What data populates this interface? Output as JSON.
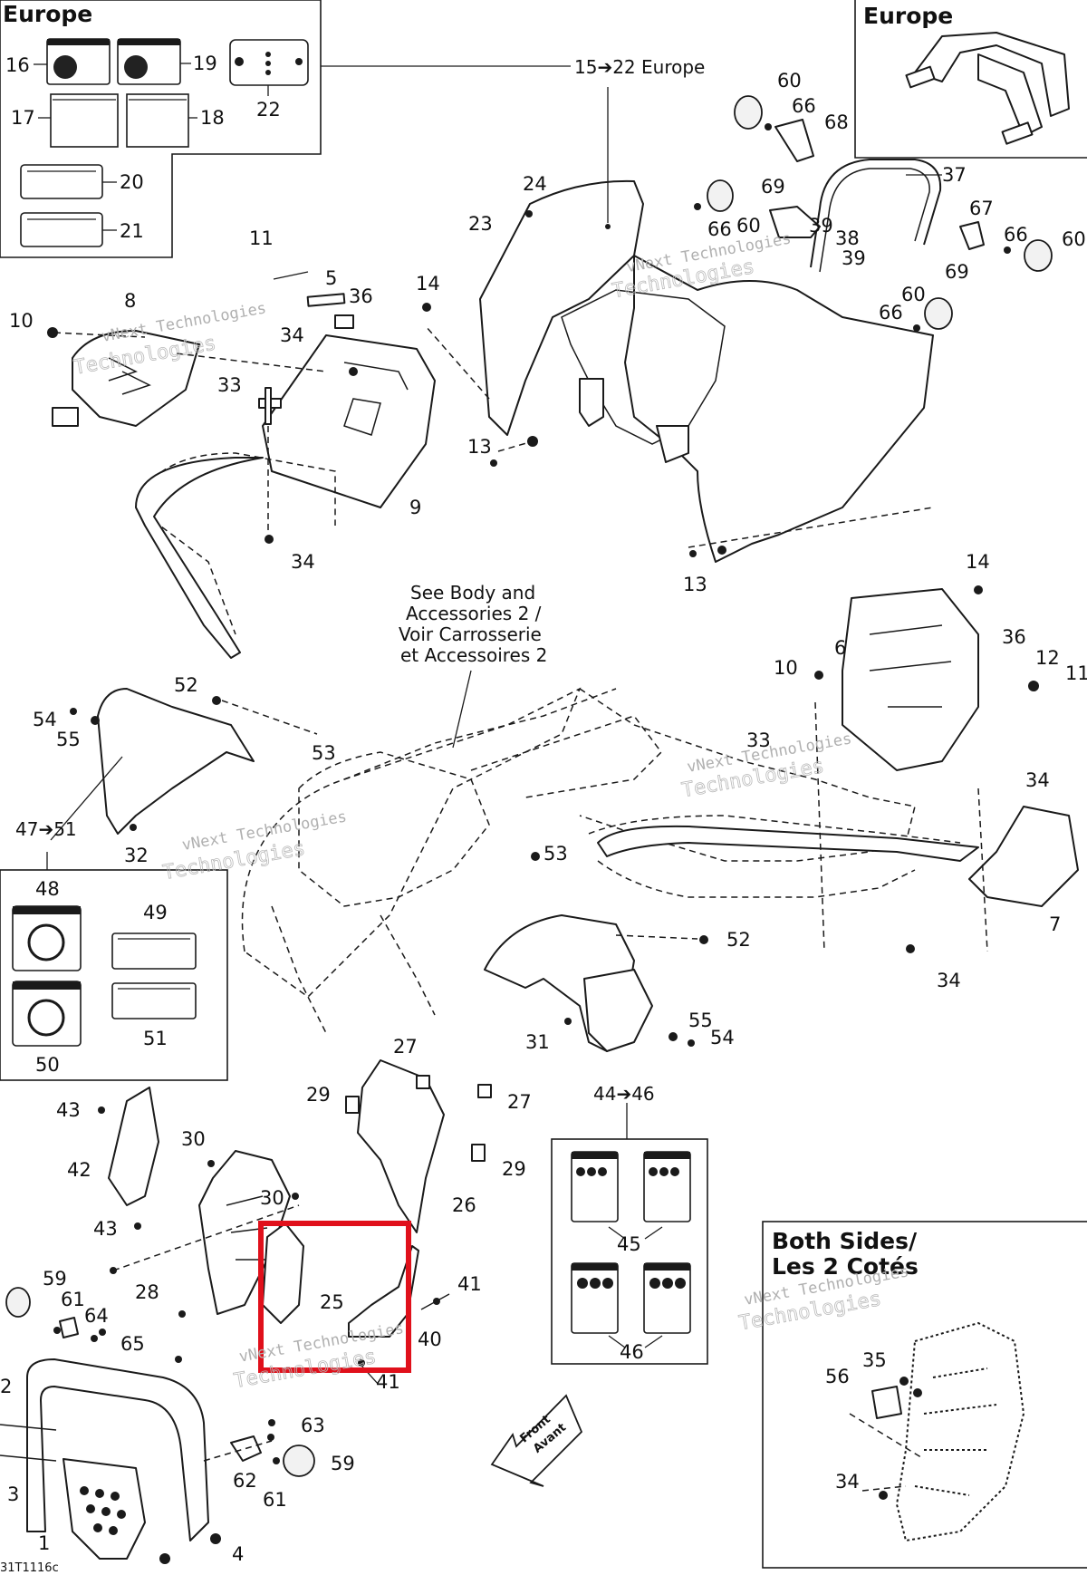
{
  "titles": {
    "europe_left": "Europe",
    "europe_right": "Europe",
    "both_sides": "Both Sides/",
    "les_2_cotes": "Les 2 Cotés"
  },
  "notes": {
    "range_15_22": "15➔22 Europe",
    "see_body_1": "See Body and",
    "see_body_2": "Accessories 2 /",
    "see_body_3": "Voir Carrosserie",
    "see_body_4": "et Accessoires 2",
    "range_47_51": "47➔51",
    "range_44_46": "44➔46",
    "front_1": "Front",
    "front_2": "Avant",
    "drawing_id": "31T1116c"
  },
  "watermark": {
    "line1": "vNext Technologies",
    "line2": "Technologies"
  },
  "callouts": {
    "n1": "1",
    "n2": "2",
    "n3": "3",
    "n4": "4",
    "n5": "5",
    "n6": "6",
    "n7": "7",
    "n8": "8",
    "n9": "9",
    "n10": "10",
    "n11": "11",
    "n12": "12",
    "n13": "13",
    "n14": "14",
    "n16": "16",
    "n17": "17",
    "n18": "18",
    "n19": "19",
    "n20": "20",
    "n21": "21",
    "n22": "22",
    "n23": "23",
    "n24": "24",
    "n25": "25",
    "n26": "26",
    "n27": "27",
    "n28": "28",
    "n29": "29",
    "n30": "30",
    "n31": "31",
    "n32": "32",
    "n33": "33",
    "n34": "34",
    "n35": "35",
    "n36": "36",
    "n37": "37",
    "n38": "38",
    "n39": "39",
    "n40": "40",
    "n41": "41",
    "n42": "42",
    "n43": "43",
    "n45": "45",
    "n46": "46",
    "n48": "48",
    "n49": "49",
    "n50": "50",
    "n51": "51",
    "n52": "52",
    "n53": "53",
    "n54": "54",
    "n55": "55",
    "n56": "56",
    "n59": "59",
    "n60": "60",
    "n61": "61",
    "n62": "62",
    "n63": "63",
    "n64": "64",
    "n65": "65",
    "n66": "66",
    "n67": "67",
    "n68": "68",
    "n69": "69"
  },
  "highlight": {
    "color": "#e0101b",
    "meaning": "highlighted parts 25, 40"
  }
}
